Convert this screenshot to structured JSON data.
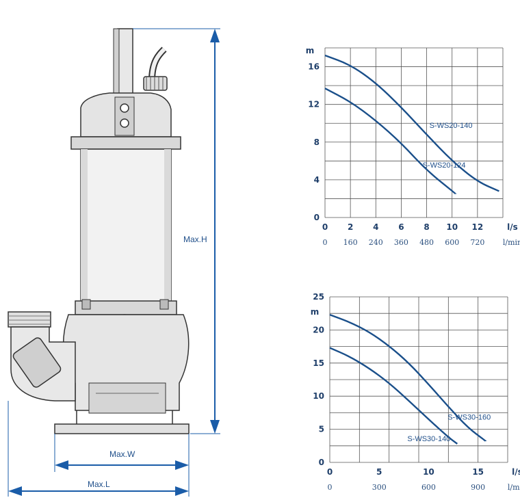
{
  "drawing": {
    "dimensions": {
      "height": "Max.H",
      "width": "Max.W",
      "length": "Max.L"
    },
    "accent_color": "#1a5ca8"
  },
  "chart_data": [
    {
      "type": "line",
      "y_unit": "m",
      "x_unit": "l/s",
      "x2_unit": "l/min",
      "xlim": [
        0,
        14
      ],
      "ylim": [
        0,
        18
      ],
      "x_ticks": [
        "0",
        "2",
        "4",
        "6",
        "8",
        "10",
        "12"
      ],
      "x_ticks_values": [
        0,
        2,
        4,
        6,
        8,
        10,
        12
      ],
      "x2_ticks": [
        "0",
        "160",
        "240",
        "360",
        "480",
        "600",
        "720"
      ],
      "y_ticks": [
        "0",
        "4",
        "8",
        "12",
        "16"
      ],
      "y_ticks_values": [
        0,
        4,
        8,
        12,
        16
      ],
      "series": [
        {
          "name": "S-WS20-140",
          "x": [
            0,
            2,
            4,
            6,
            8,
            10,
            12,
            13.7
          ],
          "y": [
            17.2,
            16.2,
            14.3,
            11.7,
            8.8,
            6.0,
            3.8,
            2.8
          ]
        },
        {
          "name": "S-WS20-124",
          "x": [
            0,
            2,
            4,
            6,
            8,
            10.3
          ],
          "y": [
            13.7,
            12.3,
            10.3,
            7.9,
            5.0,
            2.5
          ]
        }
      ]
    },
    {
      "type": "line",
      "y_unit": "m",
      "x_unit": "l/s",
      "x2_unit": "l/min",
      "xlim": [
        0,
        18
      ],
      "ylim": [
        0,
        25
      ],
      "x_ticks": [
        "0",
        "5",
        "10",
        "15"
      ],
      "x_ticks_values": [
        0,
        5,
        10,
        15
      ],
      "x2_ticks": [
        "0",
        "300",
        "600",
        "900"
      ],
      "y_ticks": [
        "0",
        "5",
        "10",
        "15",
        "20",
        "25"
      ],
      "y_ticks_values": [
        0,
        5,
        10,
        15,
        20,
        25
      ],
      "series": [
        {
          "name": "S-WS30-160",
          "x": [
            0,
            2,
            4,
            6,
            8,
            10,
            12,
            14,
            15.8
          ],
          "y": [
            22.3,
            21.2,
            19.7,
            17.6,
            15.0,
            11.8,
            8.4,
            5.2,
            3.2
          ]
        },
        {
          "name": "S-WS30-140",
          "x": [
            0,
            2,
            4,
            6,
            8,
            10,
            12,
            12.9
          ],
          "y": [
            17.3,
            16.0,
            14.2,
            12.0,
            9.3,
            6.5,
            3.8,
            2.8
          ]
        }
      ]
    }
  ]
}
